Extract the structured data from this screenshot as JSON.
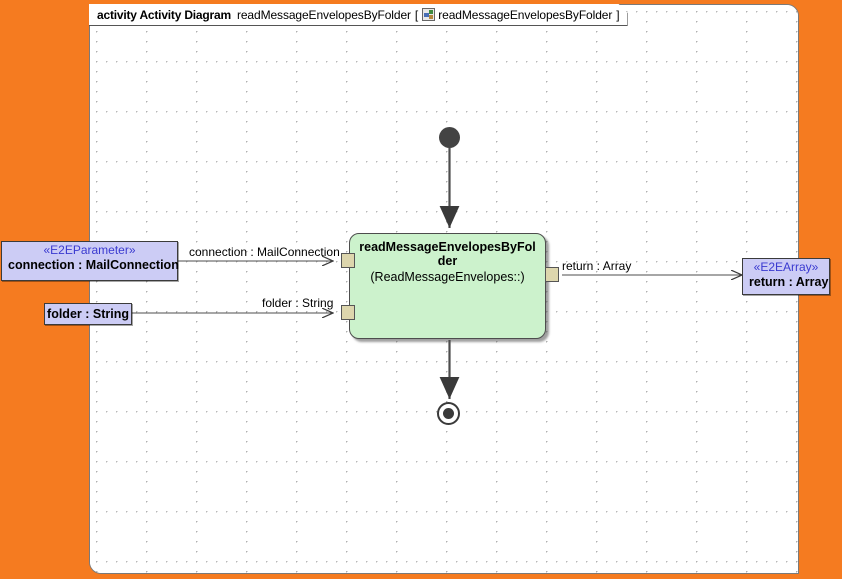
{
  "frame": {
    "keyword": "activity Activity Diagram",
    "name": "readMessageEnvelopesByFolder",
    "bracket_open": "[",
    "icon": "activity-diagram-icon",
    "icon_label": "readMessageEnvelopesByFolder",
    "bracket_close": "]"
  },
  "nodes": {
    "initial": {
      "name": "initial-node"
    },
    "final": {
      "name": "activity-final-node"
    },
    "activity": {
      "title": "readMessageEnvelopesByFolder",
      "qualifier": "(ReadMessageEnvelopes::)"
    }
  },
  "parameters": [
    {
      "id": "connection",
      "stereotype": "«E2EParameter»",
      "label": "connection : MailConnection"
    },
    {
      "id": "folder",
      "stereotype": "",
      "label": "folder : String"
    },
    {
      "id": "return",
      "stereotype": "«E2EArray»",
      "label": "return : Array"
    }
  ],
  "edges": [
    {
      "id": "edge-connection",
      "label": "connection : MailConnection"
    },
    {
      "id": "edge-folder",
      "label": "folder : String"
    },
    {
      "id": "edge-return",
      "label": "return : Array"
    }
  ],
  "colors": {
    "canvas_background": "#f57b20",
    "frame_background": "#ffffff",
    "parameter_fill": "#ccccf5",
    "stereotype_text": "#3a3ad0",
    "activity_fill": "#ccf2cc",
    "pin_fill": "#ddd6ad",
    "node_stroke": "#4d4d4d"
  }
}
